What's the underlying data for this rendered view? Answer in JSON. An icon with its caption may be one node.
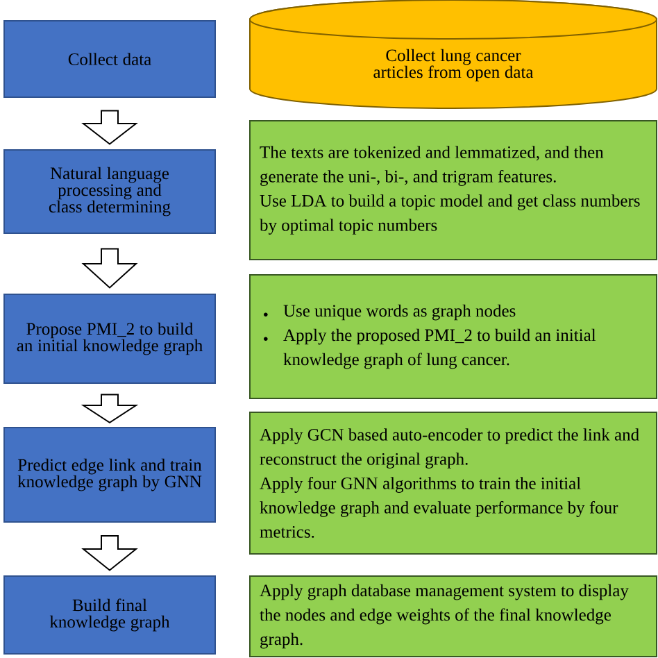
{
  "diagram": {
    "nodes": [
      {
        "text": [
          "Collect data"
        ]
      },
      {
        "text": [
          "Collect lung cancer articles from open data"
        ]
      },
      {
        "text": [
          "Natural language processing and class determining"
        ]
      },
      {
        "text": [
          "The texts are tokenized  and lemmatized, and then generate the uni-, bi-, and trigram features.",
          "Use LDA to build a topic model and get class numbers by optimal topic numbers"
        ]
      },
      {
        "text": [
          "Propose PMI_2 to build an initial knowledge graph"
        ]
      },
      {
        "text": [
          "Use unique words as graph nodes",
          "Apply the proposed PMI_2 to build an initial knowledge graph of lung cancer."
        ]
      },
      {
        "text": [
          "Predict edge link and train knowledge graph by GNN"
        ]
      },
      {
        "text": [
          "Apply GCN based auto-encoder to predict the link and reconstruct the original graph.",
          "Apply four GNN algorithms to train the initial knowledge graph and evaluate performance by four metrics."
        ]
      },
      {
        "text": [
          "Build final knowledge graph"
        ]
      },
      {
        "text": [
          "Apply graph database management system to display the nodes and edge weights of the final knowledge graph."
        ]
      }
    ],
    "edges": [
      {
        "from": 0,
        "to": 2,
        "arrow": "to"
      },
      {
        "from": 2,
        "to": 4,
        "arrow": "to"
      },
      {
        "from": 4,
        "to": 6,
        "arrow": "to"
      },
      {
        "from": 6,
        "to": 8,
        "arrow": "to"
      }
    ]
  }
}
